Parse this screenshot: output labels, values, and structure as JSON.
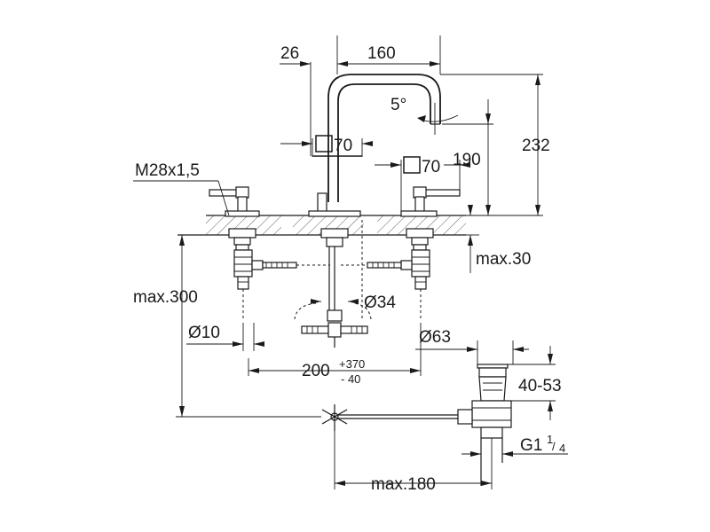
{
  "dimensions": {
    "spout_offset": "26",
    "spout_reach": "160",
    "spout_angle": "5°",
    "spout_base": "70",
    "handle_base": "70",
    "outlet_height": "190",
    "total_height": "232",
    "thread": "M28x1,5",
    "max_thickness": "max.30",
    "max_depth": "max.300",
    "hole_diameter": "Ø34",
    "pipe_diameter": "Ø10",
    "spacing_nominal": "200",
    "spacing_plus": "+370",
    "spacing_minus": "- 40",
    "waste_diameter": "Ø63",
    "waste_height": "40-53",
    "waste_thread_prefix": "G1",
    "waste_thread_num": "1",
    "waste_thread_den": "4",
    "waste_reach": "max.180"
  }
}
